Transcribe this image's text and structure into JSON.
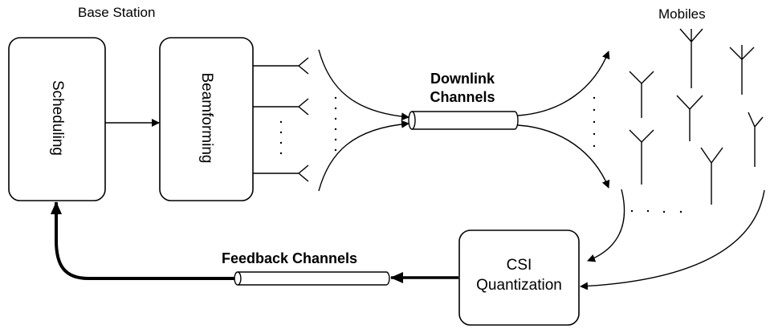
{
  "base_station": {
    "title": "Base Station"
  },
  "mobiles": {
    "title": "Mobiles"
  },
  "blocks": {
    "scheduling": "Scheduling",
    "beamforming": "Beamforming",
    "csi_quantization_line1": "CSI",
    "csi_quantization_line2": "Quantization"
  },
  "channels": {
    "downlink_line1": "Downlink",
    "downlink_line2": "Channels",
    "feedback": "Feedback Channels"
  },
  "colors": {
    "stroke": "#000000",
    "background": "#ffffff"
  }
}
